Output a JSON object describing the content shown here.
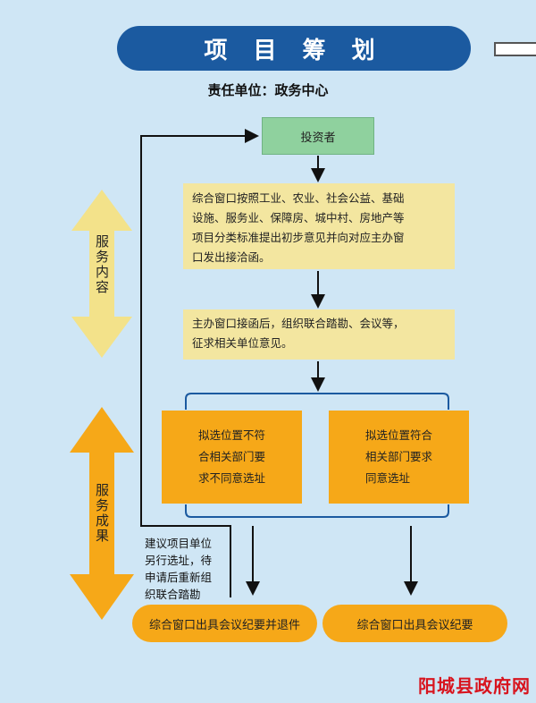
{
  "title": "项 目 筹 划",
  "responsible_unit": "责任单位：政务中心",
  "nodes": {
    "investor": "投资者",
    "step1_lines": [
      "综合窗口按照工业、农业、社会公益、基础",
      "设施、服务业、保障房、城中村、房地产等",
      "项目分类标准提出初步意见并向对应主办窗",
      "口发出接洽函。"
    ],
    "step2_lines": [
      "主办窗口接函后，组织联合踏勘、会议等，",
      "征求相关单位意见。"
    ],
    "result_left_lines": [
      "拟选位置不符",
      "合相关部门要",
      "求不同意选址"
    ],
    "result_right_lines": [
      "拟选位置符合",
      "相关部门要求",
      "同意选址"
    ],
    "final_left": "综合窗口出具会议纪要并退件",
    "final_right": "综合窗口出具会议纪要"
  },
  "note_lines": [
    "建议项目单位",
    "另行选址，待",
    "申请后重新组",
    "织联合踏勘"
  ],
  "side_labels": {
    "service_content": "服务内容",
    "service_result": "服务成果"
  },
  "watermark": "阳城县政府网",
  "colors": {
    "background": "#cfe6f5",
    "title_bar": "#1b5aa0",
    "investor": "#8fd19e",
    "process_box": "#f3e6a0",
    "result_box": "#f6a818",
    "arrow_light": "#f3e28a",
    "arrow_dark": "#f6a818",
    "watermark": "#d8141e"
  }
}
